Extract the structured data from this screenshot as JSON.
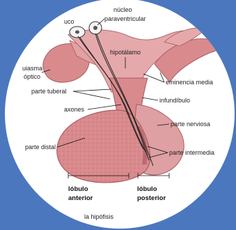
{
  "colors": {
    "background": "#4b77be",
    "disc": "#ffffff",
    "tissue": "#d98a8d",
    "tissue_dark": "#b86a6e",
    "tissue_light": "#eab0b0",
    "axon": "#222222"
  },
  "labels": {
    "nucleo_1": "núcleo",
    "nucleo_2": "paraventricular",
    "uco": "uco",
    "hipotalamo": "hipotálamo",
    "quiasma_1": "uiasma",
    "quiasma_2": "óptico",
    "eminencia": "eminencia media",
    "parte_tuberal": "parte tuberal",
    "infundibulo": "infundíbulo",
    "axones": "axones",
    "parte_nerviosa": "parte nerviosa",
    "parte_distal": "parte distal",
    "parte_intermedia": "parte intermedia",
    "lobulo_anterior_1": "lóbulo",
    "lobulo_anterior_2": "anterior",
    "lobulo_posterior_1": "lóbulo",
    "lobulo_posterior_2": "posterior",
    "caption": "la hipófisis"
  }
}
